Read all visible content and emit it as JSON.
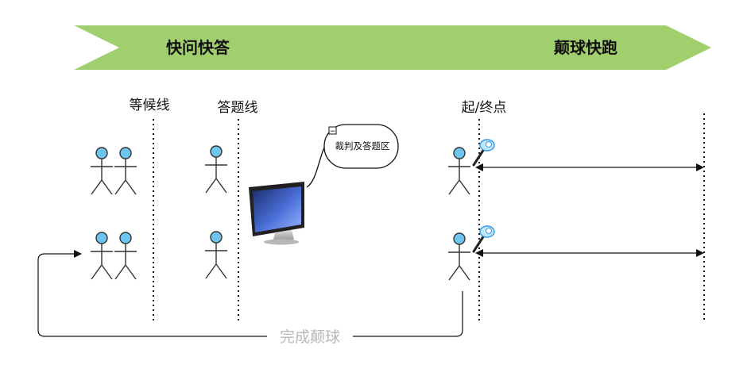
{
  "header": {
    "arrow1_title": "快问快答",
    "arrow2_title": "",
    "arrow3_title": "颠球快跑",
    "arrow_color": "#a2cf6e"
  },
  "lanes": {
    "waiting_line_label": "等候线",
    "answer_line_label": "答题线",
    "start_end_label": "起/终点"
  },
  "bubble": {
    "text": "裁判及答题区",
    "collapse_symbol": "−"
  },
  "loop": {
    "label": "完成颠球"
  },
  "colors": {
    "person_head": "#6ec6f0",
    "person_outline": "#333333",
    "line": "#111111",
    "loop_label": "#b8b8b8"
  },
  "icons": {
    "person": "person-icon",
    "monitor": "monitor-icon",
    "racket": "racket-icon",
    "arrow_right": "arrow-right-icon"
  }
}
